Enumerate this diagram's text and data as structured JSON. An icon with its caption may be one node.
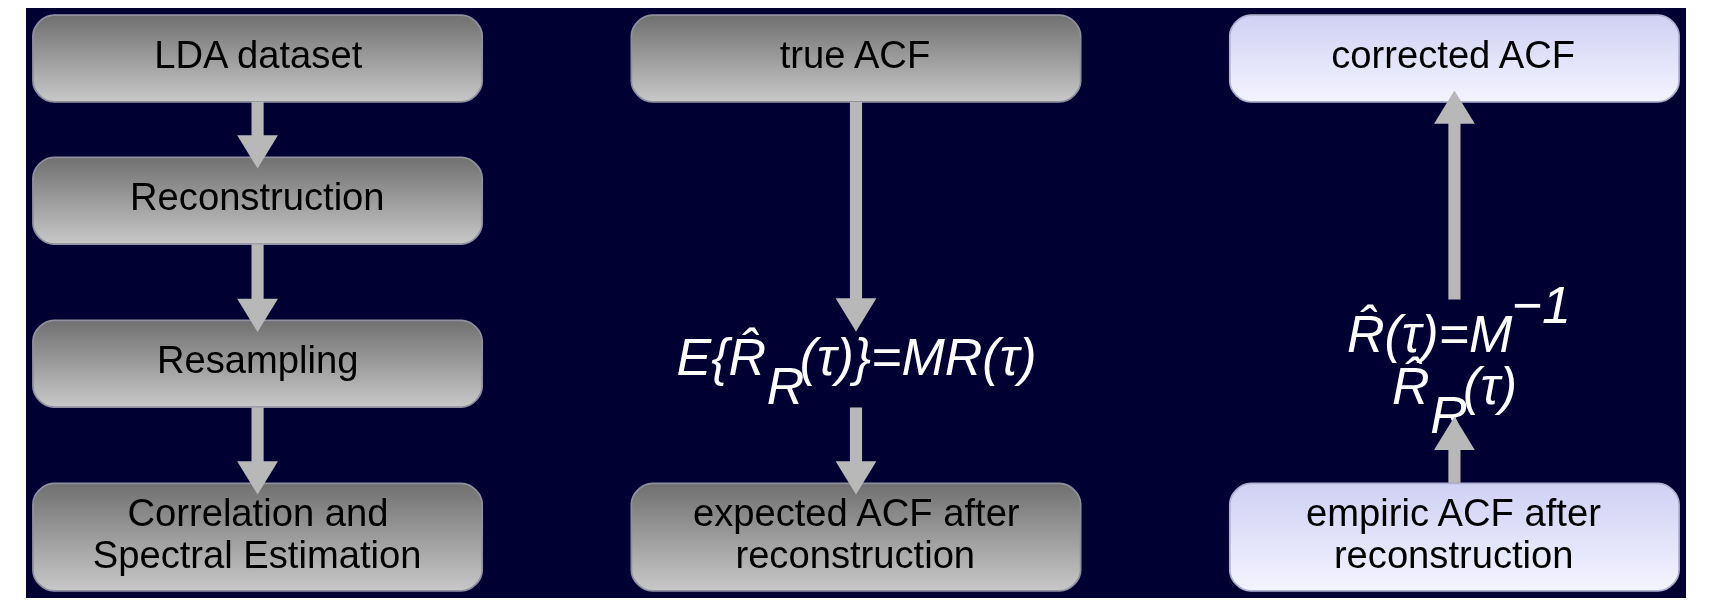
{
  "diagram": {
    "nodes": [
      {
        "text": [
          "LDA dataset"
        ]
      },
      {
        "text": [
          "Reconstruction"
        ]
      },
      {
        "text": [
          "Resampling"
        ]
      },
      {
        "text": [
          "Correlation and Spectral Estimation"
        ]
      },
      {
        "text": [
          "true ACF"
        ]
      },
      {
        "text": [
          "E{R̂$_{R}$(τ)}=MR(τ)"
        ]
      },
      {
        "text": [
          "expected ACF after reconstruction"
        ]
      },
      {
        "text": [
          "corrected ACF"
        ]
      },
      {
        "text": [
          "R̂(τ)=M$^{−1}$ R̂$_{R}$(τ)"
        ]
      },
      {
        "text": [
          "empiric ACF after reconstruction"
        ]
      }
    ],
    "edges": [
      {
        "from": 0,
        "to": 1,
        "arrow": "to"
      },
      {
        "from": 1,
        "to": 2,
        "arrow": "to"
      },
      {
        "from": 2,
        "to": 3,
        "arrow": "to"
      },
      {
        "from": 4,
        "to": 5,
        "arrow": "to"
      },
      {
        "from": 5,
        "to": 6,
        "arrow": "to"
      },
      {
        "from": 9,
        "to": 8,
        "arrow": "to"
      },
      {
        "from": 8,
        "to": 7,
        "arrow": "to"
      }
    ]
  }
}
